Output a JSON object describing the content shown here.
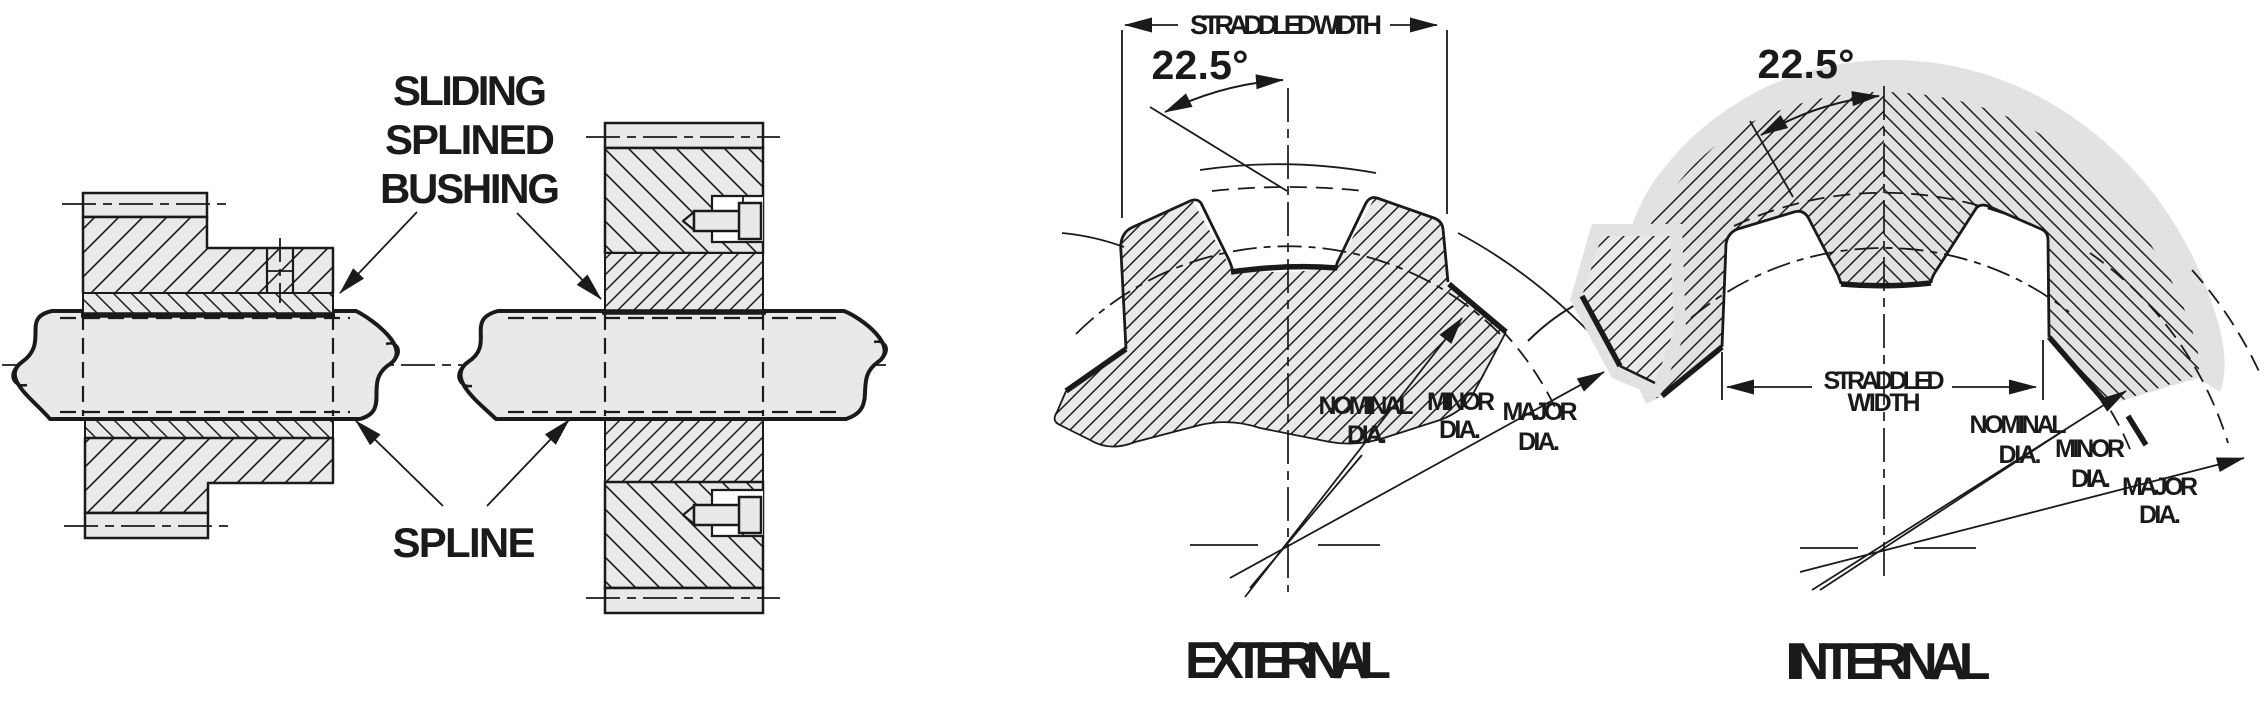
{
  "assembly": {
    "bushing_label": [
      "SLIDING",
      "SPLINED",
      "BUSHING"
    ],
    "spline_label": "SPLINE"
  },
  "external": {
    "straddled_width": "STRADDLED WIDTH",
    "angle": "22.5°",
    "nominal": [
      "NOMINAL",
      "DIA."
    ],
    "minor": [
      "MINOR",
      "DIA."
    ],
    "major": [
      "MAJOR",
      "DIA."
    ],
    "title": "EXTERNAL"
  },
  "internal": {
    "angle": "22.5°",
    "straddled_width": [
      "STRADDLED",
      "WIDTH"
    ],
    "nominal": [
      "NOMINAL",
      "DIA."
    ],
    "minor": [
      "MINOR",
      "DIA."
    ],
    "major": [
      "MAJOR",
      "DIA."
    ],
    "title": "INTERNAL"
  },
  "colors": {
    "ink": "#1a1a1a",
    "metal": "#e9e9e9",
    "shade": "#e2e2e2"
  }
}
